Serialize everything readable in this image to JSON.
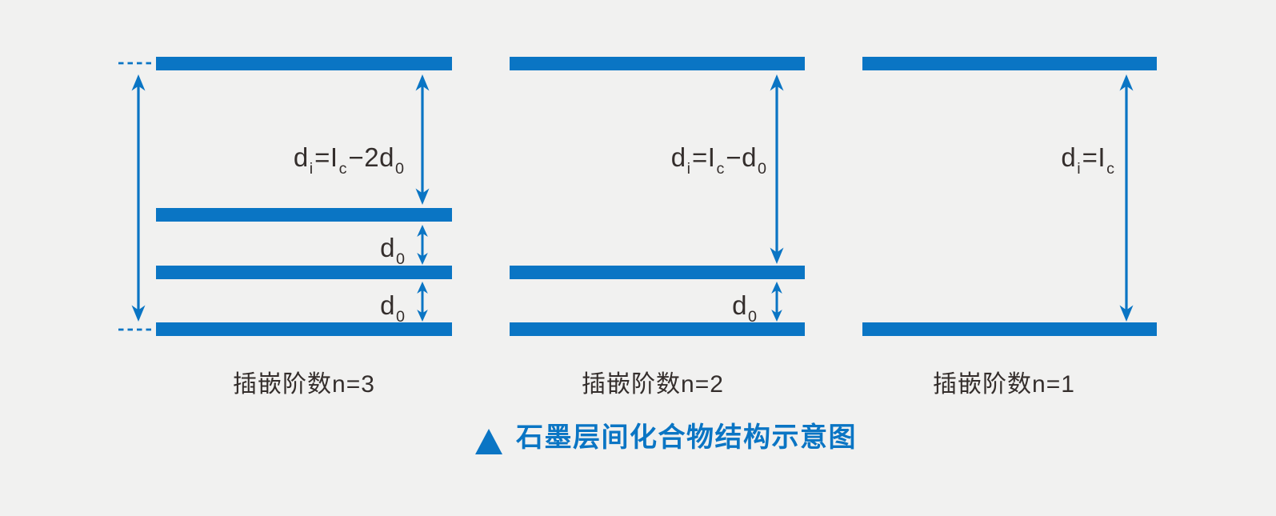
{
  "background_color": "#f1f1f0",
  "accent_blue": "#0a75c4",
  "text_color": "#342e2c",
  "panels": [
    {
      "caption": "插嵌阶数n=3",
      "layer_count": 4,
      "di_formula": [
        [
          "d",
          "i"
        ],
        [
          "=I",
          "c"
        ],
        [
          "−2d",
          "0"
        ]
      ],
      "d0_labels": [
        [
          [
            "d",
            "0"
          ]
        ],
        [
          [
            "d",
            "0"
          ]
        ]
      ]
    },
    {
      "caption": "插嵌阶数n=2",
      "layer_count": 3,
      "di_formula": [
        [
          "d",
          "i"
        ],
        [
          "=I",
          "c"
        ],
        [
          "−d",
          "0"
        ]
      ],
      "d0_labels": [
        [
          [
            "d",
            "0"
          ]
        ]
      ]
    },
    {
      "caption": "插嵌阶数n=1",
      "layer_count": 2,
      "di_formula": [
        [
          "d",
          "i"
        ],
        [
          "=I",
          "c"
        ]
      ],
      "d0_labels": []
    }
  ],
  "figure_caption": {
    "marker_icon": "triangle-up",
    "text": "石墨层间化合物结构示意图"
  }
}
